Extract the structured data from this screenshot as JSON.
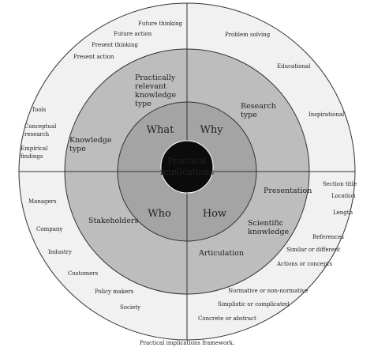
{
  "colors": {
    "background": "#ffffff",
    "outer_ring": "#f1f1f1",
    "middle_ring": "#bdbdbd",
    "inner_ring": "#a4a4a4",
    "center": "#0b0b0b",
    "stroke": "#333333",
    "text": "#222222",
    "center_text": "#ffffff"
  },
  "center": {
    "line1": "Practical",
    "line2": "implications"
  },
  "quadrants": {
    "what": "What",
    "why": "Why",
    "who": "Who",
    "how": "How"
  },
  "middle_ring": {
    "practically_relevant": [
      "Practically",
      "relevant",
      "knowledge",
      "type"
    ],
    "knowledge_type": [
      "Knowledge",
      "type"
    ],
    "research_type": [
      "Research",
      "type"
    ],
    "stakeholders": "Stakeholders",
    "presentation": "Presentation",
    "scientific_knowledge": [
      "Scientific",
      "knowledge"
    ],
    "articulation": "Articulation"
  },
  "outer_ring": {
    "future_thinking": "Future thinking",
    "future_action": "Future action",
    "present_thinking": "Present thinking",
    "present_action": "Present action",
    "tools": "Tools",
    "conceptual_research": [
      "Conceptual",
      "research"
    ],
    "empirical_findings": [
      "Empirical",
      "findings"
    ],
    "problem_solving": "Problem solving",
    "educational": "Educational",
    "inspirational": "Inspirational",
    "managers": "Managers",
    "company": "Company",
    "industry": "Industry",
    "customers": "Customers",
    "policy_makers": "Policy makers",
    "society": "Society",
    "section_title": "Section title",
    "location": "Location",
    "length": "Length",
    "references": "References",
    "similar_or_different": "Similar or different",
    "actions_or_concepts": "Actions or concepts",
    "normative": "Normative or non-normative",
    "simplistic": "Simplistic or complicated",
    "concrete": "Concrete or abstract"
  },
  "caption": "Practical implications framework."
}
